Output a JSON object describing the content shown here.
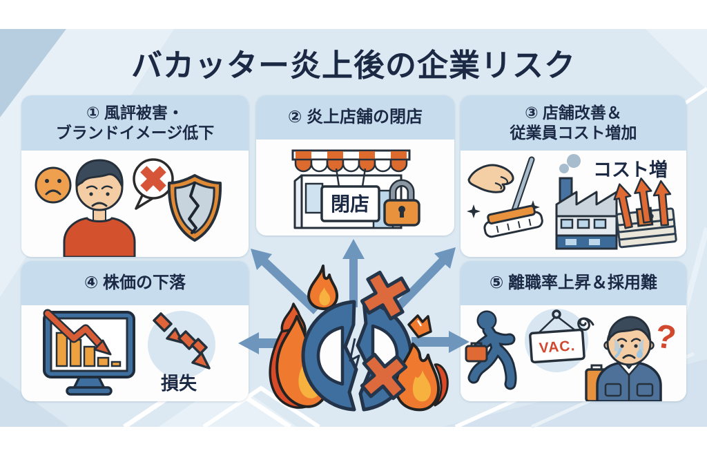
{
  "title": "バカッター炎上後の企業リスク",
  "colors": {
    "panel_bg": "#dce9f2",
    "header_bg": "#c7ddee",
    "navy_text": "#1b2944",
    "orange": "#e8923d",
    "red_orange": "#d85c35",
    "steel_blue_arrow": "#6e96bd",
    "emblem_blue": "#3f6f9f"
  },
  "boxes": [
    {
      "header": "① 風評被害・\nブランドイメージ低下",
      "icons": [
        "sad-face-icon",
        "upset-person-icon",
        "x-speech-bubble-icon",
        "broken-shield-icon"
      ]
    },
    {
      "header": "② 炎上店舗の閉店",
      "sign_label": "閉店",
      "icons": [
        "closed-store-icon",
        "awning-icon",
        "padlock-icon"
      ]
    },
    {
      "header": "③ 店舗改善＆\n従業員コスト増加",
      "label": "コスト増",
      "icons": [
        "cleaning-hand-mop-icon",
        "sparkle-icon",
        "factory-icon",
        "rising-cost-arrows-icon",
        "money-stack-icon"
      ]
    },
    {
      "header": "④ 株価の下落",
      "label": "損失",
      "icons": [
        "stock-decline-monitor-icon",
        "broken-loss-arrows-icon"
      ]
    },
    {
      "header": "⑤ 離職率上昇＆採用難",
      "sign_label": "VAC.",
      "question_label": "?",
      "icons": [
        "running-employee-icon",
        "vacancy-sign-icon",
        "frustration-squiggle-icon",
        "crying-worker-icon",
        "question-mark-icon"
      ]
    }
  ],
  "center": {
    "icons": [
      "broken-brand-emblem-icon",
      "fire-flame-icon",
      "x-mark-icon",
      "impact-arrows-icon"
    ]
  }
}
